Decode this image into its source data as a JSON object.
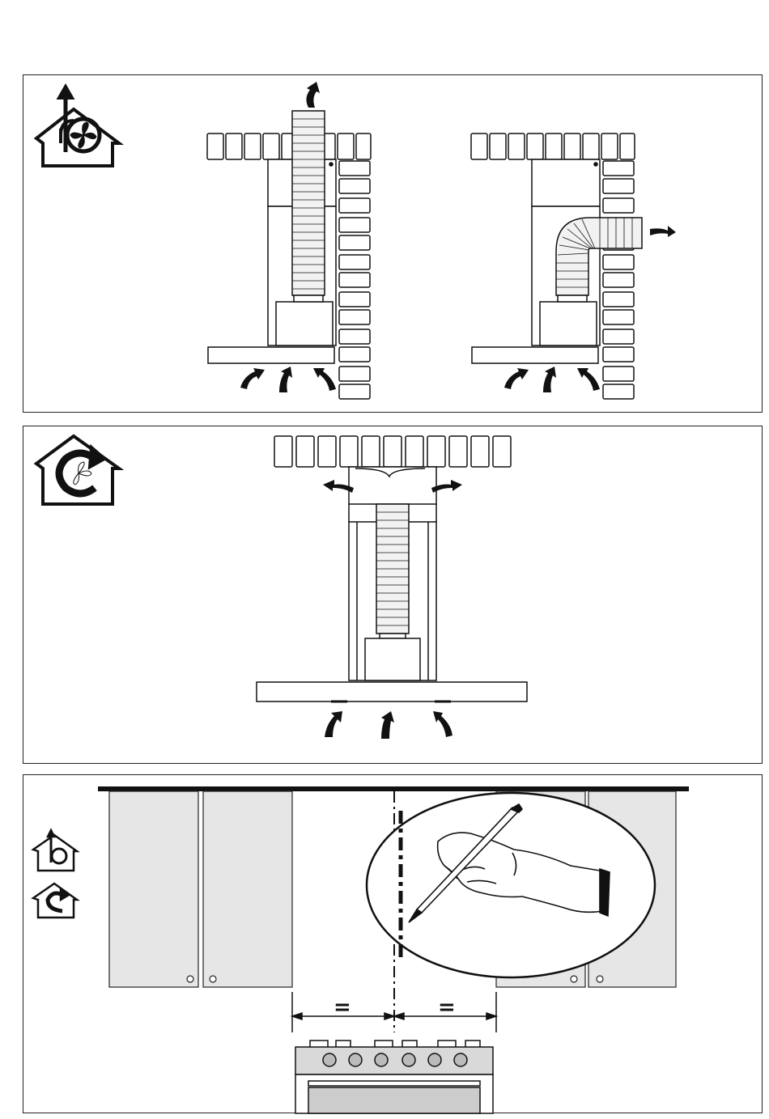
{
  "panels": [
    {
      "id": "ducted-mode",
      "icon": "ducted-extraction-house-icon",
      "views": [
        "vertical-ceiling-exhaust",
        "horizontal-wall-exhaust"
      ]
    },
    {
      "id": "recirculating-mode",
      "icon": "recirculation-house-icon",
      "views": [
        "filtered-side-outlet"
      ]
    },
    {
      "id": "centerline-marking",
      "icons": [
        "ducted-extraction-house-icon",
        "recirculation-house-icon"
      ]
    }
  ],
  "measurement": {
    "left_label": "=",
    "right_label": "="
  },
  "colors": {
    "line": "#1a1a1a",
    "cabinet_fill": "#e6e6e6",
    "duct_fill": "#f2f2f2",
    "cooktop_fill": "#d9d9d9"
  }
}
